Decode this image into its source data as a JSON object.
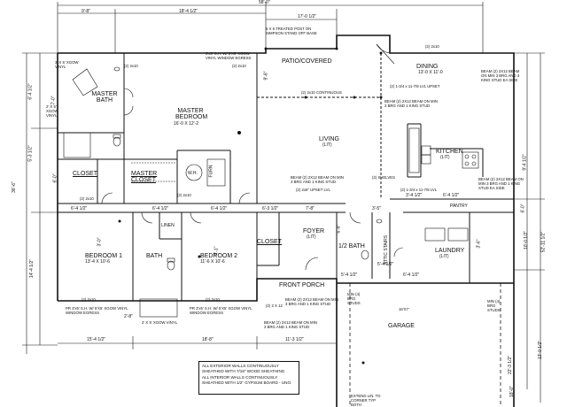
{
  "rooms": {
    "patio": "PATIO/COVERED",
    "dining": "DINING",
    "dining_size": "13'-0 X 11'-0",
    "living": "LIVING",
    "living_size": "(LIT)",
    "kitchen": "KITCHEN",
    "kitchen_size": "(LIT)",
    "master_bath": "MASTER BATH",
    "master_bedroom": "MASTER BEDROOM",
    "master_bedroom_size": "16'-0 X 12'-2",
    "closet_left": "CLOSET",
    "master_closet": "MASTER CLOSET",
    "bedroom1": "BEDROOM 1",
    "bedroom1_size": "13'-4 X 10'-6",
    "bath": "BATH",
    "bedroom2": "BEDROOM 2",
    "bedroom2_size": "11'-6 X 10'-6",
    "closet_mid": "CLOSET",
    "foyer": "FOYER",
    "foyer_size": "(LIT)",
    "half_bath": "1/2 BATH",
    "laundry": "LAUNDRY",
    "laundry_size": "(LIT)",
    "front_porch": "FRONT PORCH",
    "garage": "GARAGE",
    "linen": "LINEN",
    "pantry": "PANTRY",
    "furn": "FURN",
    "wh": "W.H."
  },
  "dimensions": {
    "top_total": "58'-0\"",
    "top_seg1": "9'-8\"",
    "top_seg2": "18'-4 1/2\"",
    "top_seg3": "17'-0 1/2\"",
    "left_total": "36'-6\"",
    "left_seg1": "6'-4 1/2\"",
    "left_seg2": "5'-3 1/2\"",
    "left_seg3": "14'-4 1/2\"",
    "right_total": "52'-11 1/2\"",
    "right_seg1": "9'-4 1/2\"",
    "right_seg2": "6'-0\"",
    "right_seg3": "10'-0 1/2\"",
    "right_seg4": "13'-0 1/2\"",
    "bot_seg1": "15'-4 1/2\"",
    "bot_seg2": "18'-8\"",
    "bot_seg3": "11'-3 1/2\"",
    "int1": "6'-4 1/2\"",
    "int2": "6'-4 1/2\"",
    "int3": "6'-4 1/2\"",
    "int4": "6'-3 1/2\"",
    "int5": "7'-8\"",
    "int6": "3'-5\"",
    "int7": "3'-4 1/2\"",
    "int8": "6'-4 1/2\"",
    "int9": "9'-8\"",
    "int10": "6'-8\"",
    "int11": "7'-0\"",
    "int12": "5'-4 1/2\"",
    "int13": "6'-4 1/2\"",
    "int14": "3'-0\"",
    "int15": "6'-0\"",
    "int16": "4'-1\"",
    "int17": "5'-4 1/2\"",
    "int18": "3'-6\"",
    "int19": "2'-8\""
  },
  "notes": {
    "post": "6 X 6 TREATED POST ON SIMPSON STAND OFF BASE",
    "window_mb": "3'x5' S.H. W/ 5'X5' XGOW VINYL WINDOW EGRESS",
    "window_bath": "3' X 5' XGOW VINYL",
    "window_bath2": "2' X 5' XGOW VINYL",
    "header_2x10": "(2) 2x10",
    "header_2x10b": "(2) 2x10",
    "header_2x10c": "(2) 2x10",
    "header_2x10d": "(2) 2x10",
    "header_2x10e": "(2) 2x10",
    "header_2x10f": "(2) 2x10",
    "header_2x10g": "(2) 2x10",
    "continuous": "(2) 2x10 CONTINUOUS",
    "lvl_upset": "(2) 1-3/4 x 11-7/8 LVL UPSET",
    "beam_right": "BEAM (2) 2X12 BEAM ON MIN 3 BRG AND 3 KING STUD EA SIDE",
    "beam_dining": "BEAM (2) 2X12 BEAM ON MIN 3 BRG AND 1 KING STUD",
    "beam_living": "BEAM (2) 2X12 BEAM ON MIN 3 BRG AND 1 KING STUD",
    "beam_upset": "(2) 2x6\" UPSET LVL",
    "shelves": "(2) SHELVES",
    "lvl_kitchen": "(2) 1-3/4 x 11-7/8 LVL",
    "beam_kitchen": "BEAM (2) 2X12 BEAM ON MIN 3 BRG AND 1 KING STUD EA SIDE",
    "beam_garage": "BEAM (2) 2X12 BEAM ON MIN 3 BRG AND 1 KING STUD",
    "brg_stud": "MIN (4) BRG STUDS",
    "brg_stud2": "MIN (4) BRG STUDS",
    "window_br1": "PR 3'x5' S.H. W/ 5'X5' XGOW VINYL WINDOW EGRESS",
    "window_br2": "PR 3'x5' S.H. W/ 5'X5' XGOW VINYL WINDOW EGRESS",
    "window_bath_bot": "2' X 5' XGOW VINYL",
    "header_2x12": "(2) 2 X 12",
    "beam_porch": "BEAM (2) 2X12 BEAM ON MIN 3 BRG AND 1 KING STUD",
    "garage_door": "16'X7'",
    "extend": "EXTEND LIN. TO CORNER TYP BOTH",
    "garage_right_dim": "22'-3 1/2\"",
    "garage_right_dim2": "18'-0\"",
    "stairs": "ATTIC STAIRS",
    "wall_note1": "ALL EXTERIOR WALLS CONTINUOUSLY SHEATHED WITH 7/16\" WOOD SHEATHING",
    "wall_note2": "ALL INTERIOR WALLS CONTINUOUSLY SHEATHED WITH 1/2\" GYPSUM BOARD - UNO."
  },
  "colors": {
    "line": "#111111",
    "background": "#ffffff"
  }
}
